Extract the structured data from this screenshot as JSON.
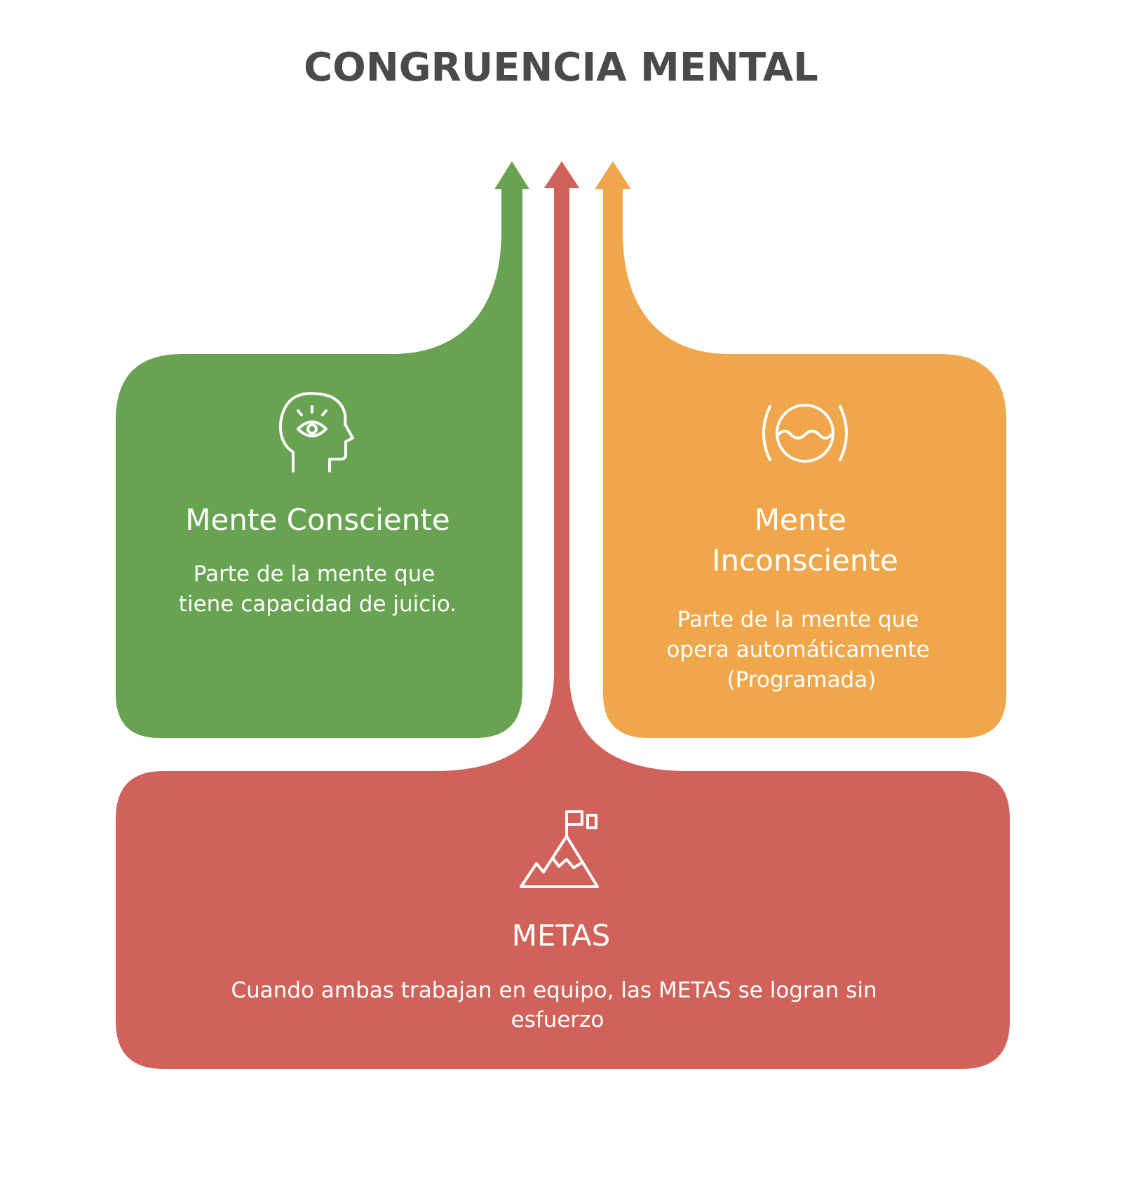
{
  "title": "CONGRUENCIA MENTAL",
  "colors": {
    "title": "#4a4a4a",
    "conscious": "#68a351",
    "unconscious": "#f0a64b",
    "goals": "#d0625a",
    "text": "#ffffff"
  },
  "conscious": {
    "icon": "head-eye-icon",
    "heading": "Mente Consciente",
    "description_lines": [
      "Parte de la mente que",
      "tiene capacidad de juicio."
    ]
  },
  "unconscious": {
    "icon": "water-wave-icon",
    "heading_lines": [
      "Mente",
      "Inconsciente"
    ],
    "description_lines": [
      "Parte de la mente que",
      "opera automáticamente",
      "(Programada)"
    ]
  },
  "goals": {
    "icon": "mountain-flag-icon",
    "heading": "METAS",
    "description_lines": [
      "Cuando ambas trabajan en equipo, las METAS se logran sin",
      "esfuerzo"
    ]
  }
}
